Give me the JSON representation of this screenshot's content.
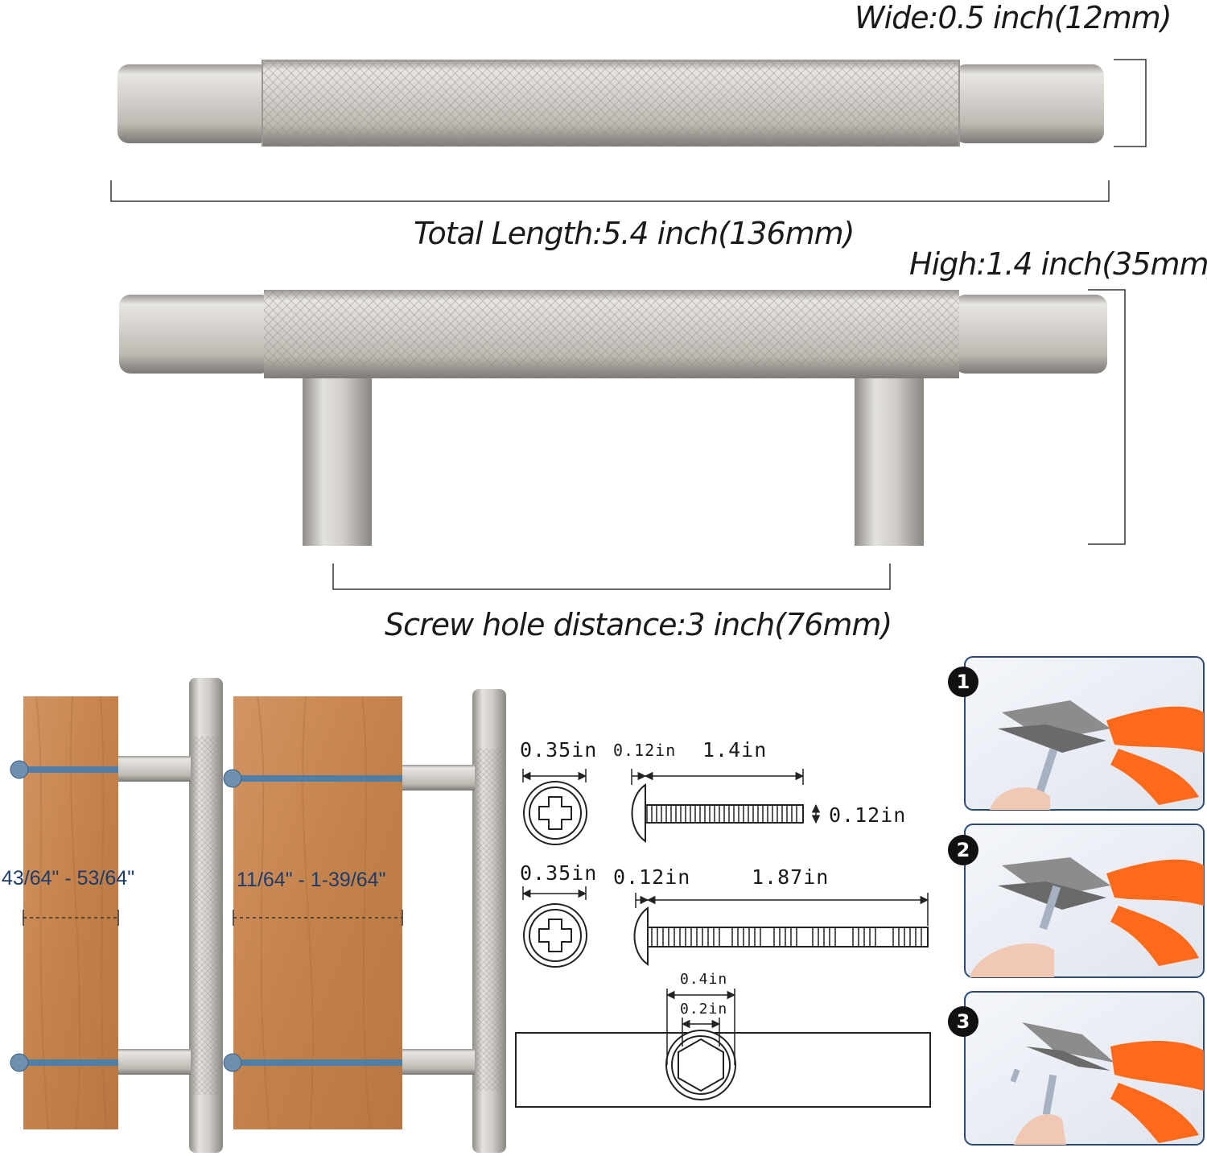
{
  "labels": {
    "wide": "Wide:0.5 inch(12mm)",
    "total_length": "Total Length:5.4 inch(136mm)",
    "high": "High:1.4 inch(35mm)",
    "screw_hole_distance": "Screw hole distance:3 inch(76mm)"
  },
  "wood": {
    "range_left": "43/64\"  - 53/64\"",
    "range_right": "11/64\" - 1-39/64\""
  },
  "screws": {
    "short": {
      "head": "0.35in",
      "head_depth": "0.12in",
      "length": "1.4in",
      "diameter": "0.12in"
    },
    "long": {
      "head": "0.35in",
      "head_depth": "0.12in",
      "length": "1.87in"
    },
    "hole": {
      "outer": "0.4in",
      "inner": "0.2in"
    }
  },
  "steps": [
    "1",
    "2",
    "3"
  ],
  "colors": {
    "metal_light": "#e2e0dc",
    "metal_mid": "#c3c0bb",
    "metal_dark": "#8e8b86",
    "wood": "#c88a52",
    "screw": "#4f7fa6",
    "plier_orange": "#ff6a1a",
    "photo_border": "#2a4a7a"
  }
}
